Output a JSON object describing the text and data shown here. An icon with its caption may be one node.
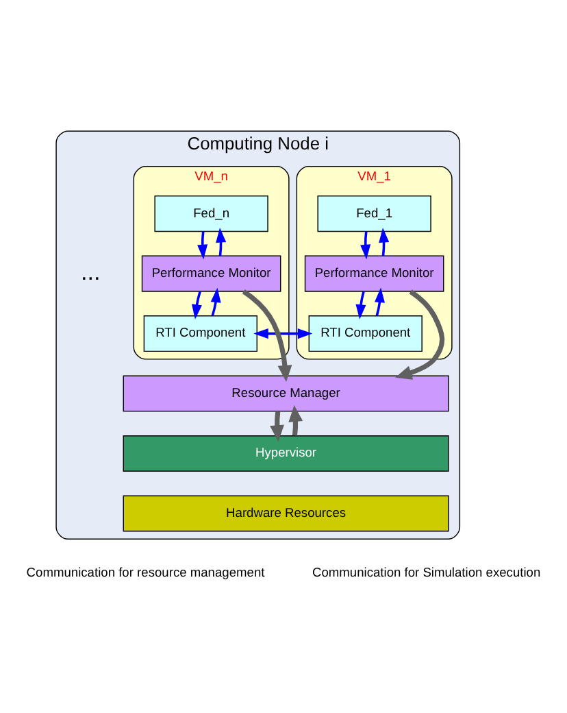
{
  "diagram": {
    "nodes": [
      {
        "text": [
          "Computing Node i"
        ]
      },
      {
        "text": [
          "VM_1"
        ],
        "in": 0
      },
      {
        "text": [
          "Fed_1"
        ],
        "in": 1
      },
      {
        "text": [
          "Performance Monitor"
        ],
        "in": 1
      },
      {
        "text": [
          "RTI Component"
        ],
        "in": 1
      },
      {
        "text": [
          "VM_n"
        ],
        "in": 0
      },
      {
        "text": [
          "Fed_n"
        ],
        "in": 5
      },
      {
        "text": [
          "Performance Monitor"
        ],
        "in": 5
      },
      {
        "text": [
          "RTI Component"
        ],
        "in": 5
      },
      {
        "text": [
          "Resource Manager"
        ],
        "in": 0
      },
      {
        "text": [
          "Hypervisor"
        ],
        "in": 0
      },
      {
        "text": [
          "Hardware Resources"
        ],
        "in": 0
      }
    ],
    "edges": [
      {
        "from": 2,
        "to": 3,
        "arrow": "to"
      },
      {
        "from": 3,
        "to": 2,
        "arrow": "to"
      },
      {
        "from": 3,
        "to": 4,
        "arrow": "to"
      },
      {
        "from": 4,
        "to": 3,
        "arrow": "to"
      },
      {
        "from": 6,
        "to": 7,
        "arrow": "to"
      },
      {
        "from": 7,
        "to": 6,
        "arrow": "to"
      },
      {
        "from": 7,
        "to": 8,
        "arrow": "to"
      },
      {
        "from": 8,
        "to": 7,
        "arrow": "to"
      },
      {
        "from": 4,
        "to": 8,
        "arrow": "both"
      },
      {
        "from": 3,
        "to": 9,
        "arrow": "to",
        "style": "thick",
        "color": "#606060"
      },
      {
        "from": 7,
        "to": 9,
        "arrow": "to",
        "style": "thick",
        "color": "#606060"
      },
      {
        "from": 10,
        "to": 9,
        "arrow": "to",
        "style": "thick",
        "color": "#606060"
      },
      {
        "from": 9,
        "to": 10,
        "arrow": "to",
        "style": "thick",
        "color": "#606060"
      }
    ],
    "labels": [
      "..."
    ],
    "legend": [
      {
        "text": "Communication for resource management"
      },
      {
        "text": "Communication for Simulation execution"
      }
    ]
  }
}
